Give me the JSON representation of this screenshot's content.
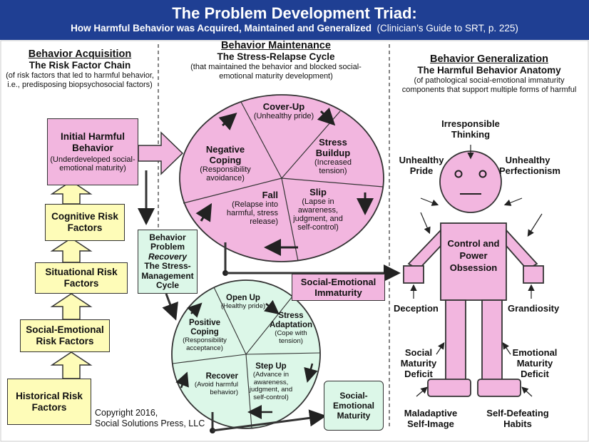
{
  "header": {
    "title": "The Problem Development Triad:",
    "subtitle_bold": "How Harmful Behavior was Acquired, Maintained and Generalized",
    "subtitle_ref": "(Clinician’s Guide to SRT, p. 225)"
  },
  "acquisition": {
    "heading": "Behavior Acquisition",
    "subheading": "The Risk Factor Chain",
    "description": "(of risk factors that led to harmful behavior, i.e., predisposing biopsychosocial factors)",
    "initial_title": "Initial Harmful Behavior",
    "initial_note": "(Underdeveloped social-emotional maturity)",
    "factors": [
      "Cognitive Risk Factors",
      "Situational Risk Factors",
      "Social-Emotional Risk Factors",
      "Historical Risk Factors"
    ]
  },
  "maintenance": {
    "heading": "Behavior Maintenance",
    "subheading": "The Stress-Relapse Cycle",
    "description": "(that maintained the behavior and blocked social-emotional maturity development)",
    "segments": [
      {
        "title": "Cover-Up",
        "note": "(Unhealthy pride)"
      },
      {
        "title": "Stress Buildup",
        "note": "(Increased tension)"
      },
      {
        "title": "Slip",
        "note": "(Lapse in awareness, judgment, and self-control)"
      },
      {
        "title": "Fall",
        "note": "(Relapse into harmful, stress release)"
      },
      {
        "title": "Negative Coping",
        "note": "(Responsibility avoidance)"
      }
    ],
    "outcome": "Social-Emotional Immaturity"
  },
  "recovery": {
    "label_1": "Behavior Problem",
    "label_2": "Recovery",
    "label_3": "The Stress-Management Cycle",
    "segments": [
      {
        "title": "Open Up",
        "note": "(Healthy pride)"
      },
      {
        "title": "Stress Adaptation",
        "note": "(Cope with tension)"
      },
      {
        "title": "Step Up",
        "note": "(Advance in awareness, judgment, and self-control)"
      },
      {
        "title": "Recover",
        "note": "(Avoid harmful behavior)"
      },
      {
        "title": "Positive Coping",
        "note": "(Responsibility acceptance)"
      }
    ],
    "outcome": "Social-Emotional Maturity"
  },
  "generalization": {
    "heading": "Behavior Generalization",
    "subheading": "The Harmful Behavior Anatomy",
    "description": "(of pathological social-emotional immaturity components that support multiple forms of harmful behavior)",
    "torso": "Control and Power Obsession",
    "parts": {
      "head_top": "Irresponsible Thinking",
      "left_head": "Unhealthy Pride",
      "right_head": "Unhealthy Perfectionism",
      "left_hand": "Deception",
      "right_hand": "Grandiosity",
      "left_leg": "Social Maturity Deficit",
      "right_leg": "Emotional Maturity Deficit",
      "left_foot": "Maladaptive Self-Image",
      "right_foot": "Self-Defeating Habits"
    }
  },
  "copyright": {
    "line1": "Copyright 2016,",
    "line2": "Social Solutions Press, LLC"
  },
  "colors": {
    "header_bg": "#1f3f93",
    "pink": "#f2b6df",
    "yellow": "#fefcb8",
    "green": "#dcf7e8"
  }
}
